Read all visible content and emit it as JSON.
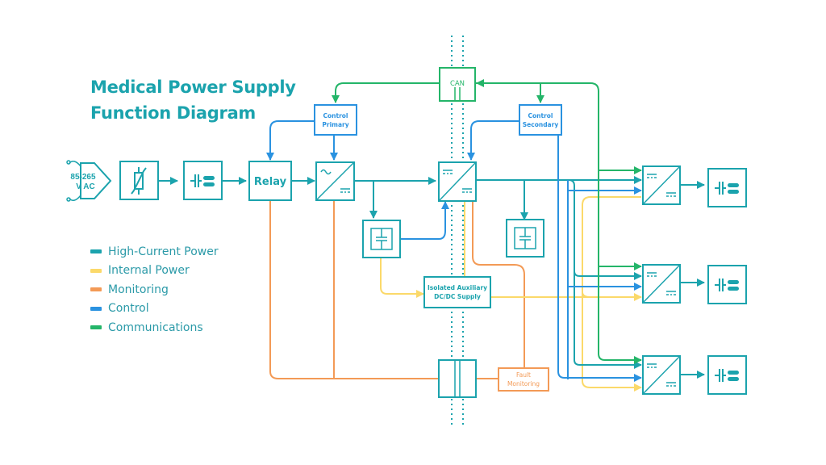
{
  "title": {
    "line1": "Medical Power Supply",
    "line2": "Function Diagram"
  },
  "input": {
    "line1": "85-265",
    "line2": "V AC"
  },
  "blocks": {
    "relay": "Relay",
    "can": "CAN",
    "control_primary": {
      "line1": "Control",
      "line2": "Primary"
    },
    "control_secondary": {
      "line1": "Control",
      "line2": "Secondary"
    },
    "aux": {
      "line1": "Isolated Auxiliary",
      "line2": "DC/DC Supply"
    },
    "fault": {
      "line1": "Fault",
      "line2": "Monitoring"
    }
  },
  "legend": [
    {
      "label": "High-Current Power",
      "color": "#1ba3ad"
    },
    {
      "label": "Internal Power",
      "color": "#fbd96a"
    },
    {
      "label": "Monitoring",
      "color": "#f39a56"
    },
    {
      "label": "Control",
      "color": "#2a92e0"
    },
    {
      "label": "Communications",
      "color": "#24b569"
    }
  ],
  "colors": {
    "teal": "#1ba3ad",
    "yellow": "#fbd96a",
    "orange": "#f39a56",
    "blue": "#2a92e0",
    "green": "#24b569"
  },
  "icons": [
    "input-arrow-icon",
    "varistor-icon",
    "capacitor-filter-icon",
    "ac-dc-converter-icon",
    "dc-dc-converter-icon",
    "capacitor-icon",
    "isolation-transformer-icon"
  ]
}
